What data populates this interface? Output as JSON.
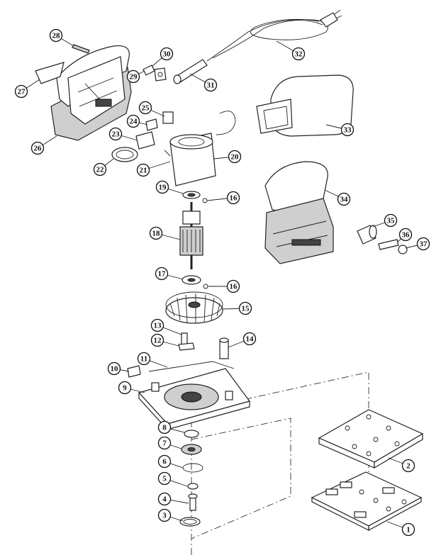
{
  "diagram": {
    "type": "exploded-parts-view",
    "callouts": [
      {
        "id": "callout-1",
        "label": "1"
      },
      {
        "id": "callout-2",
        "label": "2"
      },
      {
        "id": "callout-3",
        "label": "3"
      },
      {
        "id": "callout-4",
        "label": "4"
      },
      {
        "id": "callout-5",
        "label": "5"
      },
      {
        "id": "callout-6",
        "label": "6"
      },
      {
        "id": "callout-7",
        "label": "7"
      },
      {
        "id": "callout-8",
        "label": "8"
      },
      {
        "id": "callout-9",
        "label": "9"
      },
      {
        "id": "callout-10",
        "label": "10"
      },
      {
        "id": "callout-11",
        "label": "11"
      },
      {
        "id": "callout-12",
        "label": "12"
      },
      {
        "id": "callout-13",
        "label": "13"
      },
      {
        "id": "callout-14",
        "label": "14"
      },
      {
        "id": "callout-15",
        "label": "15"
      },
      {
        "id": "callout-16a",
        "label": "16"
      },
      {
        "id": "callout-16b",
        "label": "16"
      },
      {
        "id": "callout-17",
        "label": "17"
      },
      {
        "id": "callout-18",
        "label": "18"
      },
      {
        "id": "callout-19",
        "label": "19"
      },
      {
        "id": "callout-20",
        "label": "20"
      },
      {
        "id": "callout-21",
        "label": "21"
      },
      {
        "id": "callout-22",
        "label": "22"
      },
      {
        "id": "callout-23",
        "label": "23"
      },
      {
        "id": "callout-24",
        "label": "24"
      },
      {
        "id": "callout-25",
        "label": "25"
      },
      {
        "id": "callout-26",
        "label": "26"
      },
      {
        "id": "callout-27",
        "label": "27"
      },
      {
        "id": "callout-28",
        "label": "28"
      },
      {
        "id": "callout-29",
        "label": "29"
      },
      {
        "id": "callout-30",
        "label": "30"
      },
      {
        "id": "callout-31",
        "label": "31"
      },
      {
        "id": "callout-32",
        "label": "32"
      },
      {
        "id": "callout-33",
        "label": "33"
      },
      {
        "id": "callout-34",
        "label": "34"
      },
      {
        "id": "callout-35",
        "label": "35"
      },
      {
        "id": "callout-36",
        "label": "36"
      },
      {
        "id": "callout-37",
        "label": "37"
      }
    ]
  }
}
